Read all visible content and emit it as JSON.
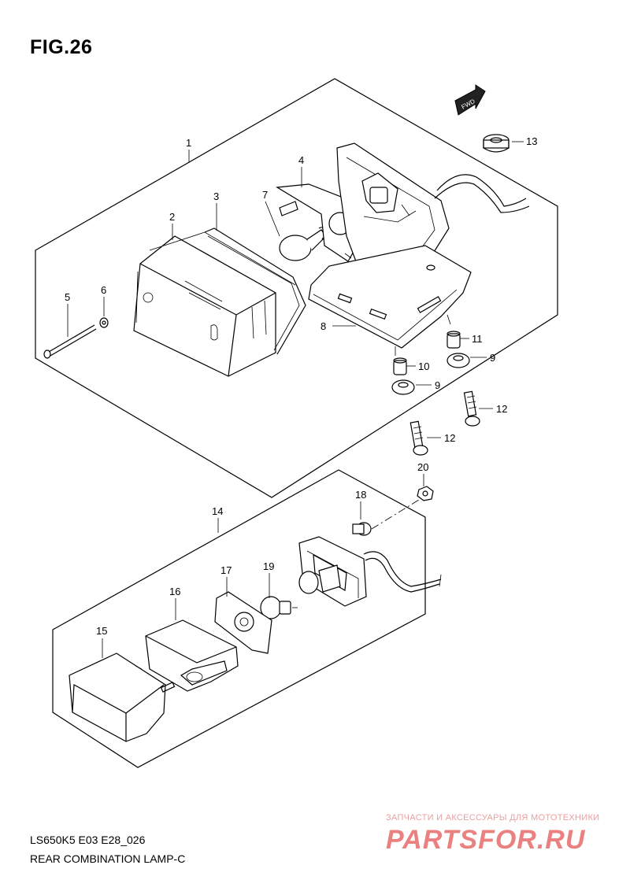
{
  "figure": {
    "title": "FIG.26",
    "model_code": "LS650K5 E03 E28_026",
    "assembly_name": "REAR COMBINATION LAMP-C"
  },
  "direction_marker": "FWD",
  "part_labels": [
    "1",
    "2",
    "3",
    "4",
    "5",
    "6",
    "7",
    "8",
    "9",
    "9",
    "10",
    "11",
    "12",
    "12",
    "13",
    "14",
    "15",
    "16",
    "17",
    "18",
    "19",
    "20"
  ],
  "watermark": {
    "tagline": "ЗАПЧАСТИ И АКСЕССУАРЫ ДЛЯ МОТОТЕХНИКИ",
    "site": "PARTSFOR.RU"
  }
}
